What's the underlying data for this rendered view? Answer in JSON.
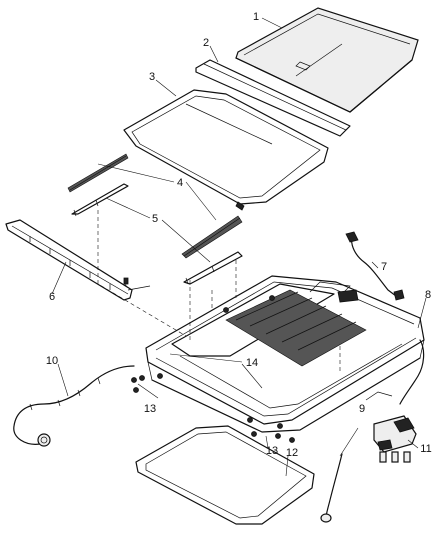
{
  "callouts": [
    {
      "id": "1",
      "text": "1"
    },
    {
      "id": "2",
      "text": "2"
    },
    {
      "id": "3",
      "text": "3"
    },
    {
      "id": "4",
      "text": "4"
    },
    {
      "id": "5",
      "text": "5"
    },
    {
      "id": "6",
      "text": "6"
    },
    {
      "id": "7",
      "text": "7"
    },
    {
      "id": "8",
      "text": "8"
    },
    {
      "id": "9",
      "text": "9"
    },
    {
      "id": "10",
      "text": "10"
    },
    {
      "id": "11",
      "text": "11"
    },
    {
      "id": "12",
      "text": "12"
    },
    {
      "id": "13a",
      "text": "13"
    },
    {
      "id": "13b",
      "text": "13"
    },
    {
      "id": "14",
      "text": "14"
    }
  ]
}
